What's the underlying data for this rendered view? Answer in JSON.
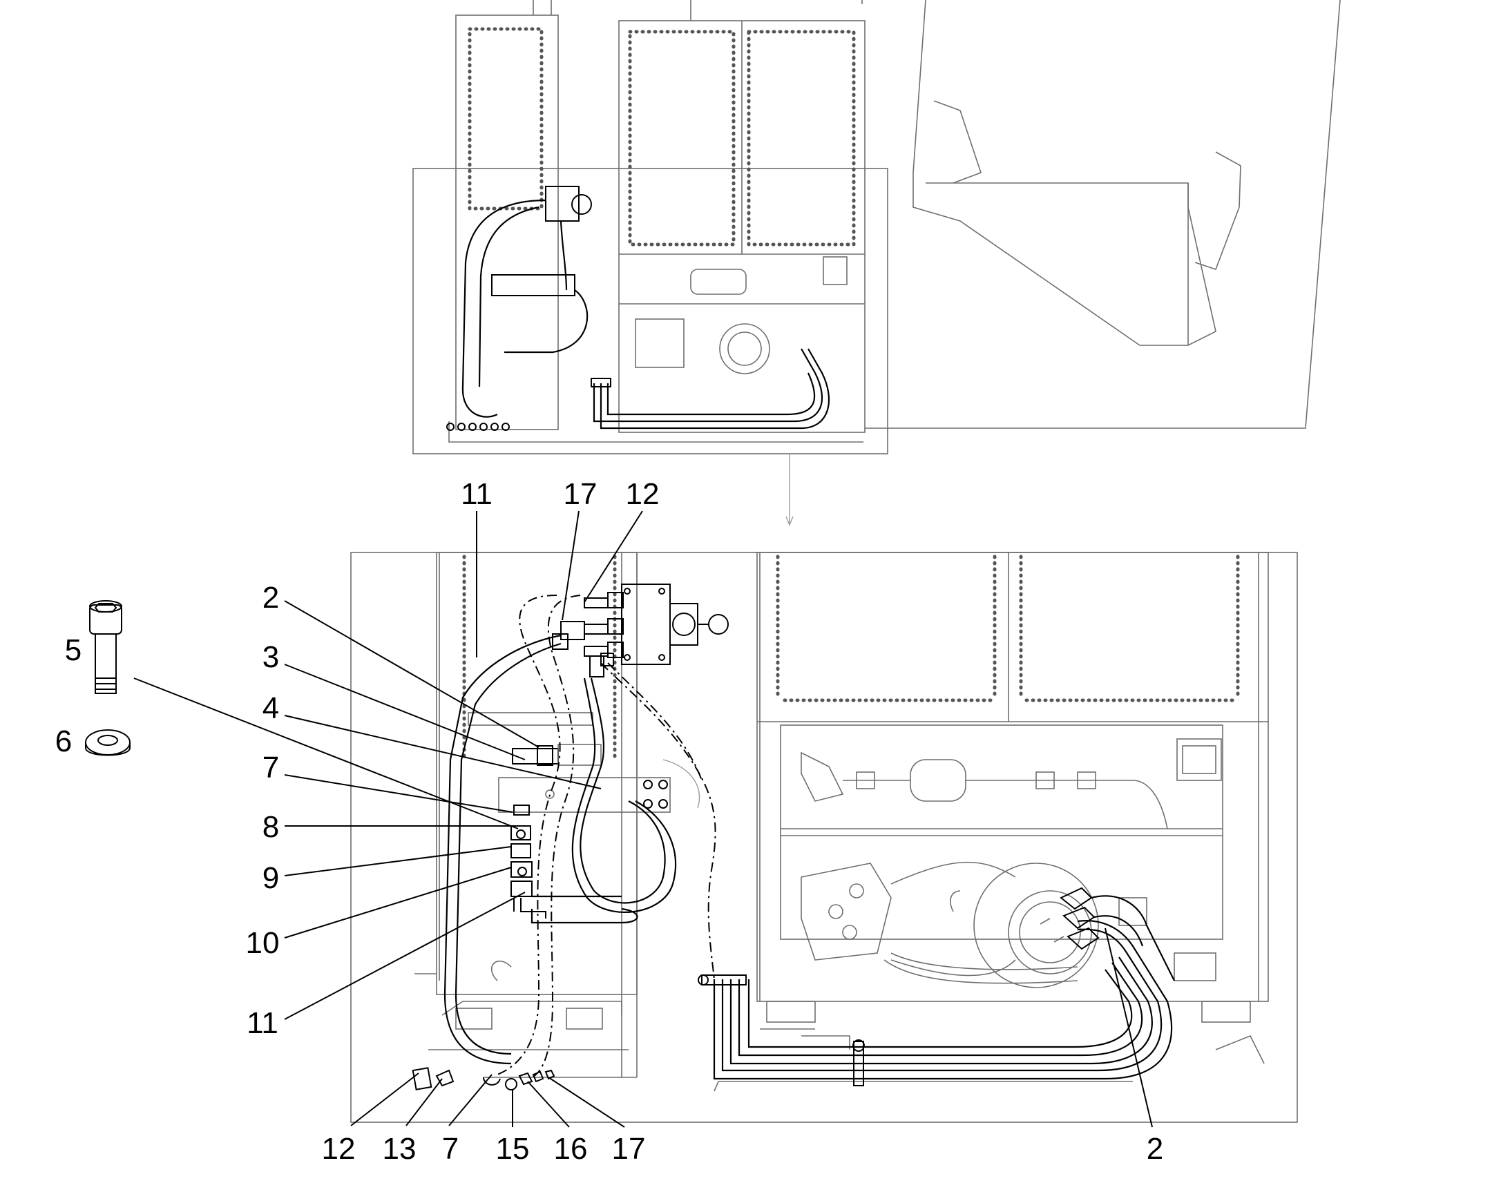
{
  "callouts": {
    "c2_top": "2",
    "c3": "3",
    "c4": "4",
    "c5": "5",
    "c6": "6",
    "c7_left": "7",
    "c8": "8",
    "c9": "9",
    "c10": "10",
    "c11_top": "11",
    "c11_left": "11",
    "c12_top": "12",
    "c17_top": "17",
    "c12_bottom": "12",
    "c13": "13",
    "c7_bottom": "7",
    "c15": "15",
    "c16": "16",
    "c17_bottom": "17",
    "c2_bottom": "2"
  },
  "colors": {
    "line": "#000000",
    "detail": "#6e6e6e",
    "background": "#ffffff"
  }
}
